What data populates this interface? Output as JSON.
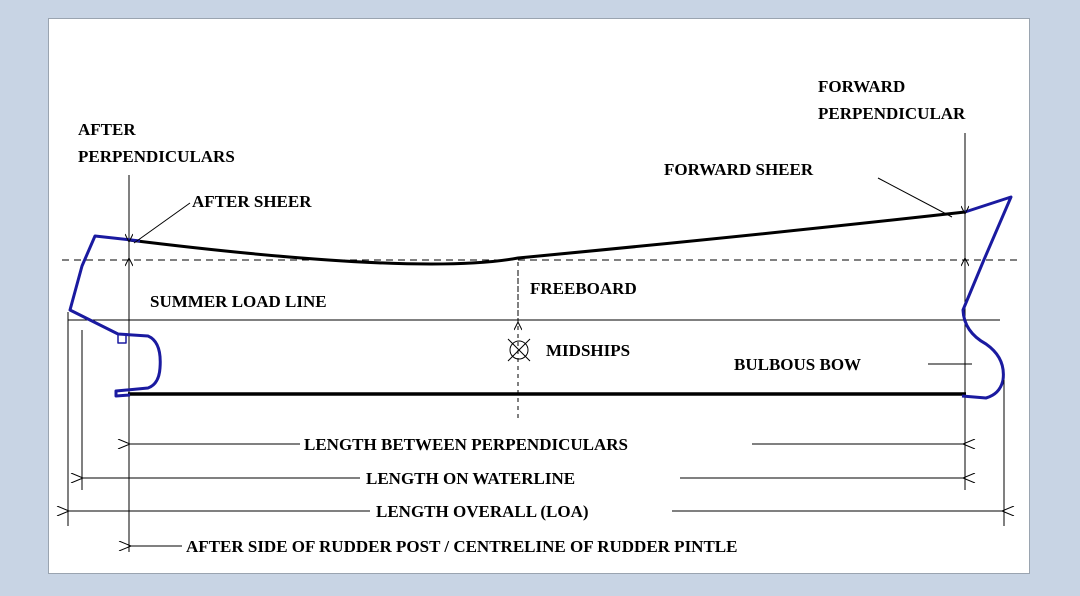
{
  "labels": {
    "after_perp_line1": "AFTER",
    "after_perp_line2": "PERPENDICULARS",
    "forward_perp_line1": "FORWARD",
    "forward_perp_line2": "PERPENDICULAR",
    "after_sheer": "AFTER SHEER",
    "forward_sheer": "FORWARD SHEER",
    "freeboard": "FREEBOARD",
    "summer_load_line": "SUMMER LOAD LINE",
    "midships": "MIDSHIPS",
    "bulbous_bow": "BULBOUS BOW",
    "lbp": "LENGTH BETWEEN PERPENDICULARS",
    "lwl": "LENGTH ON WATERLINE",
    "loa": "LENGTH OVERALL (LOA)",
    "rudder": "AFTER SIDE OF RUDDER POST / CENTRELINE OF RUDDER PINTLE"
  },
  "colors": {
    "background": "#c8d4e4",
    "panel": "#ffffff",
    "hull_outline": "#1a1aa0",
    "line": "#000000"
  }
}
